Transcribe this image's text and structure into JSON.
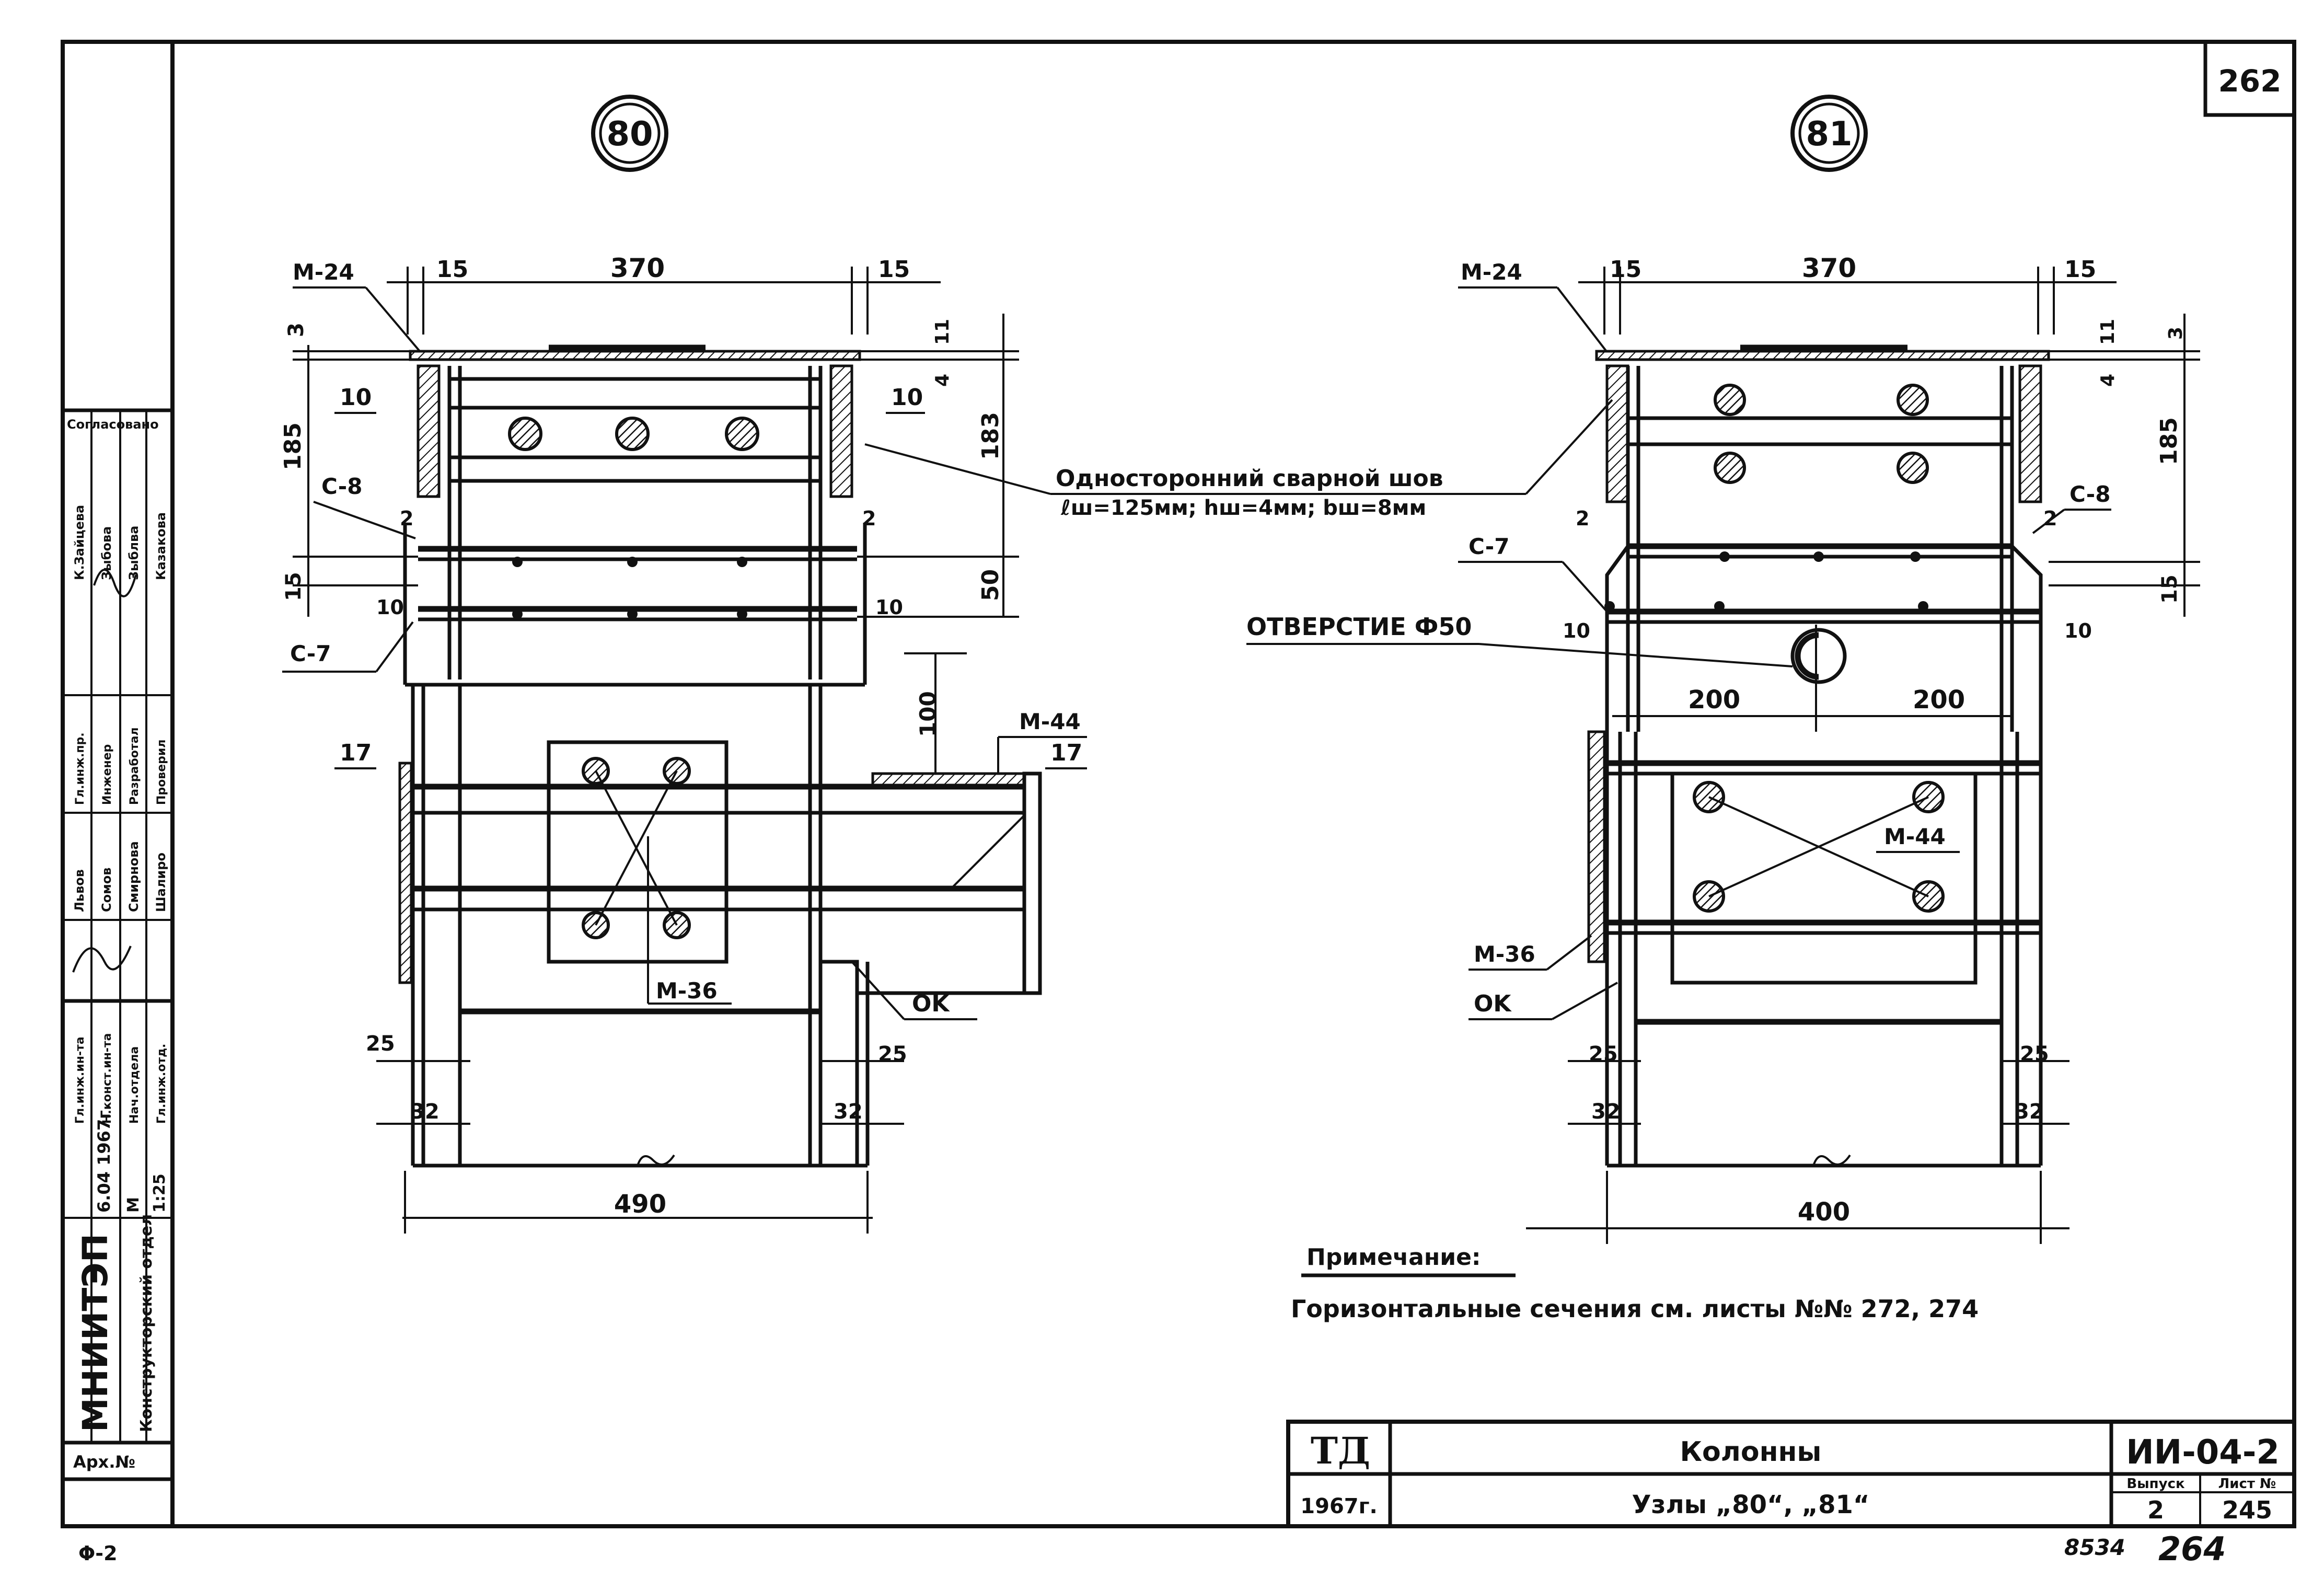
{
  "page_number": "262",
  "bottom_left_code": "Φ-2",
  "bottom_right_numbers": [
    "8534",
    "264"
  ],
  "node_80": {
    "circle_label": "80",
    "dims": {
      "top_left_15": "15",
      "top_width": "370",
      "top_right_15": "15",
      "left_3": "3",
      "left_10": "10",
      "left_185": "185",
      "left_15": "15",
      "right_11": "11",
      "right_4": "4",
      "right_10": "10",
      "right_183": "183",
      "right_50": "50",
      "weld_2_left": "2",
      "weld_2_right": "2",
      "weld_10_left": "10",
      "weld_10_right": "10",
      "side_17_left": "17",
      "side_17_right": "17",
      "console_100": "100",
      "bot_25_left": "25",
      "bot_25_right": "25",
      "bot_32_left": "32",
      "bot_32_right": "32",
      "bottom_width": "490"
    },
    "labels": {
      "m24": "M-24",
      "c8": "C-8",
      "c7": "C-7",
      "m44": "M-44",
      "m36": "M-36",
      "ok": "OK"
    }
  },
  "node_81": {
    "circle_label": "81",
    "dims": {
      "top_left_15": "15",
      "top_width": "370",
      "top_right_15": "15",
      "right_3": "3",
      "right_11": "11",
      "right_4": "4",
      "right_185": "185",
      "right_15": "15",
      "weld_2_left": "2",
      "weld_2_right": "2",
      "weld_10_left": "10",
      "weld_10_right": "10",
      "hole_200_left": "200",
      "hole_200_right": "200",
      "bot_25_left": "25",
      "bot_25_right": "25",
      "bot_32_left": "32",
      "bot_32_right": "32",
      "bottom_width": "400"
    },
    "labels": {
      "m24": "M-24",
      "c8": "C-8",
      "c7": "C-7",
      "m44": "M-44",
      "m36": "M-36",
      "ok": "OK",
      "hole": "ОТВЕРСТИЕ Ф50"
    }
  },
  "weld_note": {
    "line1": "Односторонний сварной шов",
    "line2": "ℓш=125мм; hш=4мм; bш=8мм"
  },
  "note": {
    "title": "Примечание:",
    "text": "Горизонтальные сечения см. листы №№ 272, 274"
  },
  "title_block": {
    "org": "ТД",
    "year": "1967г.",
    "title": "Колонны",
    "subtitle": "Узлы „80“, „81“",
    "doc_code": "ИИ-04-2",
    "issue_label": "Выпуск",
    "sheet_label": "Лист №",
    "issue": "2",
    "sheet": "245"
  },
  "side_stamp": {
    "institute": "МНИИТЭП",
    "dept": "Конструкторский отдел",
    "arch_label": "Арх.№",
    "date": "6.04 1967г.",
    "scale_label": "М",
    "scale": "1:25",
    "agreed": "Согласовано",
    "roles": [
      "Гл.инж.ин-та",
      "Н.конст.ин-та",
      "Нач.отдела",
      "Гл.инж.отд.",
      "Гл.инж.пр.",
      "Инженер",
      "Разработал",
      "Проверил"
    ],
    "names": [
      "Львов",
      "Сомов",
      "Смирнова",
      "Шалиро",
      "К.Зайцева",
      "Зыбова",
      "Зыблва",
      "Казакова"
    ]
  }
}
